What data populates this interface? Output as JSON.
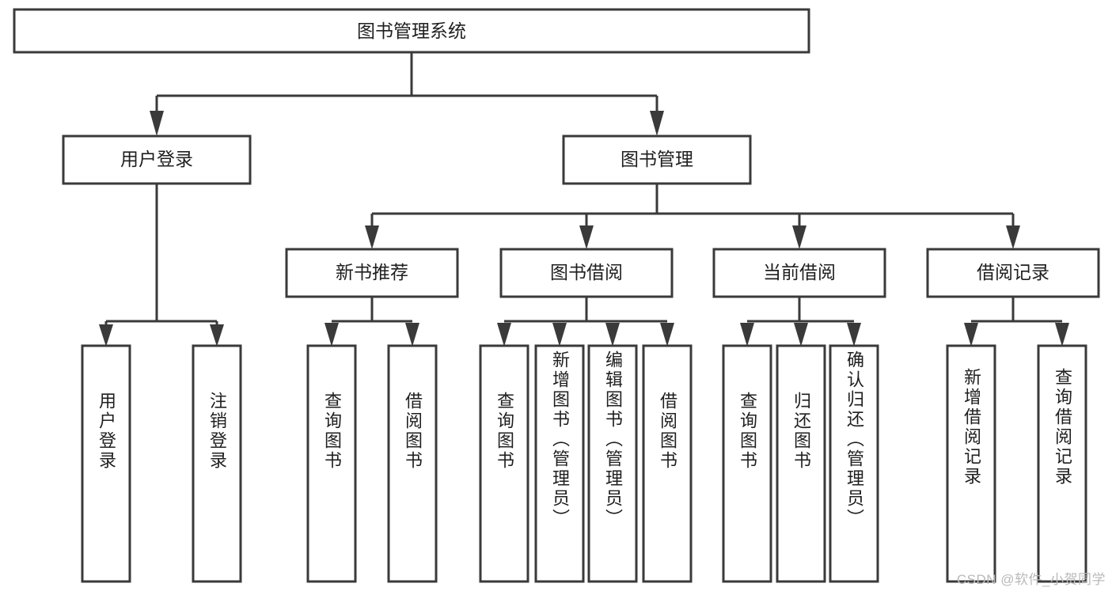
{
  "diagram": {
    "type": "tree",
    "title": "图书管理系统",
    "watermark": "CSDN @软件_小贺同学",
    "root": {
      "label": "图书管理系统",
      "orientation": "horizontal"
    },
    "level1": [
      {
        "label": "用户登录",
        "orientation": "horizontal"
      },
      {
        "label": "图书管理",
        "orientation": "horizontal"
      }
    ],
    "level2": [
      {
        "label": "新书推荐",
        "orientation": "horizontal",
        "parent": "图书管理"
      },
      {
        "label": "图书借阅",
        "orientation": "horizontal",
        "parent": "图书管理"
      },
      {
        "label": "当前借阅",
        "orientation": "horizontal",
        "parent": "图书管理"
      },
      {
        "label": "借阅记录",
        "orientation": "horizontal",
        "parent": "图书管理"
      }
    ],
    "leaves": {
      "user_login": [
        {
          "label": "用户登录",
          "orientation": "vertical"
        },
        {
          "label": "注销登录",
          "orientation": "vertical"
        }
      ],
      "new_book_recommend": [
        {
          "label": "查询图书",
          "orientation": "vertical"
        },
        {
          "label": "借阅图书",
          "orientation": "vertical"
        }
      ],
      "book_borrow": [
        {
          "label": "查询图书",
          "orientation": "vertical"
        },
        {
          "label": "新增图书（管理员）",
          "orientation": "vertical"
        },
        {
          "label": "编辑图书（管理员）",
          "orientation": "vertical"
        },
        {
          "label": "借阅图书",
          "orientation": "vertical"
        }
      ],
      "current_borrow": [
        {
          "label": "查询图书",
          "orientation": "vertical"
        },
        {
          "label": "归还图书",
          "orientation": "vertical"
        },
        {
          "label": "确认归还（管理员）",
          "orientation": "vertical"
        }
      ],
      "borrow_record": [
        {
          "label": "新增借阅记录",
          "orientation": "vertical"
        },
        {
          "label": "查询借阅记录",
          "orientation": "vertical"
        }
      ]
    },
    "colors": {
      "stroke": "#3a3a3a",
      "fill": "#ffffff",
      "text": "#1f1f1f",
      "watermark": "#b9b9b9"
    }
  }
}
